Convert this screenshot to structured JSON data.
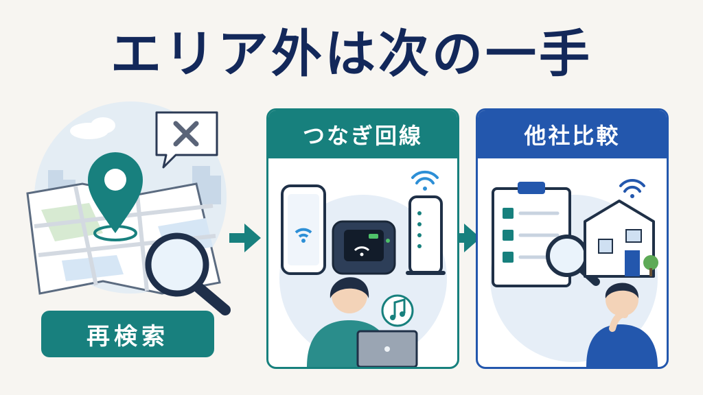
{
  "title": "エリア外は次の一手",
  "options": [
    {
      "label": "再検索",
      "color": "#18807e"
    },
    {
      "label": "つなぎ回線",
      "color": "#17807d"
    },
    {
      "label": "他社比較",
      "color": "#2357ad"
    }
  ],
  "colors": {
    "navy": "#13285a",
    "teal": "#18807e",
    "blue": "#2357ad",
    "background": "#f7f5f1"
  },
  "icons": [
    "map-icon",
    "location-pin-icon",
    "magnifier-icon",
    "cross-bubble-icon",
    "arrow-right-icon",
    "smartphone-icon",
    "pocket-wifi-icon",
    "home-router-icon",
    "wifi-icon",
    "laptop-icon",
    "music-note-icon",
    "clipboard-checklist-icon",
    "house-icon",
    "person-thinking-icon"
  ]
}
